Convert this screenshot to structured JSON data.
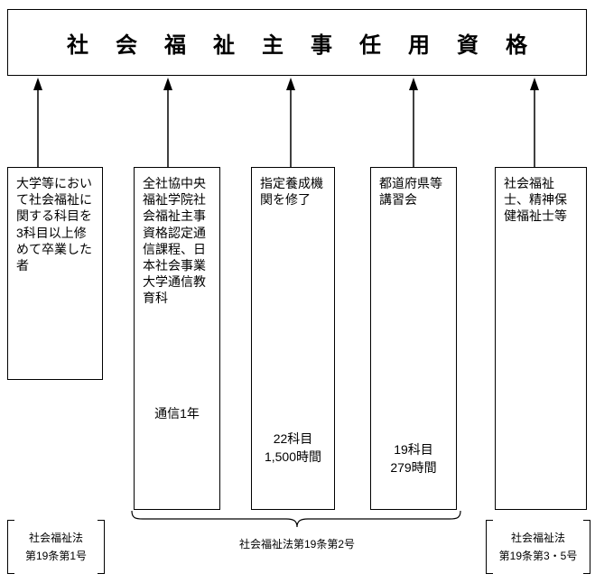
{
  "title": "社会福祉主事任用資格",
  "boxes": [
    {
      "text": "大学等において社会福祉に関する科目を3科目以上修めて卒業した者",
      "note": ""
    },
    {
      "text": "全社協中央福祉学院社会福祉主事資格認定通信課程、日本社会事業大学通信教育科",
      "note": "通信1年"
    },
    {
      "text": "指定養成機関を修了",
      "note": "22科目\n1,500時間"
    },
    {
      "text": "都道府県等講習会",
      "note": "19科目\n279時間"
    },
    {
      "text": "社会福祉士、精神保健福祉士等",
      "note": ""
    }
  ],
  "legal_refs": {
    "left": "社会福祉法\n第19条第1号",
    "center": "社会福祉法第19条第2号",
    "right": "社会福祉法\n第19条第3・5号"
  }
}
